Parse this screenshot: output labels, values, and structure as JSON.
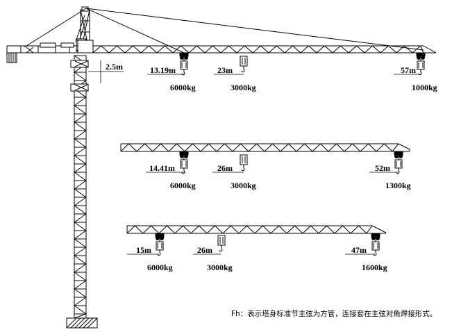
{
  "tower": {
    "offset_label": "2.5m"
  },
  "configs": [
    {
      "id": "jib-57",
      "points": [
        {
          "distance": "13.19m",
          "load": "6000kg"
        },
        {
          "distance": "23m",
          "load": "3000kg"
        },
        {
          "distance": "57m",
          "load": "1000kg"
        }
      ]
    },
    {
      "id": "jib-52",
      "points": [
        {
          "distance": "14.41m",
          "load": "6000kg"
        },
        {
          "distance": "26m",
          "load": "3000kg"
        },
        {
          "distance": "52m",
          "load": "1300kg"
        }
      ]
    },
    {
      "id": "jib-47",
      "points": [
        {
          "distance": "15m",
          "load": "6000kg"
        },
        {
          "distance": "26m",
          "load": "3000kg"
        },
        {
          "distance": "47m",
          "load": "1600kg"
        }
      ]
    }
  ],
  "footnote": "Fh：表示塔身标准节主弦为方管，连接套在主弦对角焊接形式。"
}
